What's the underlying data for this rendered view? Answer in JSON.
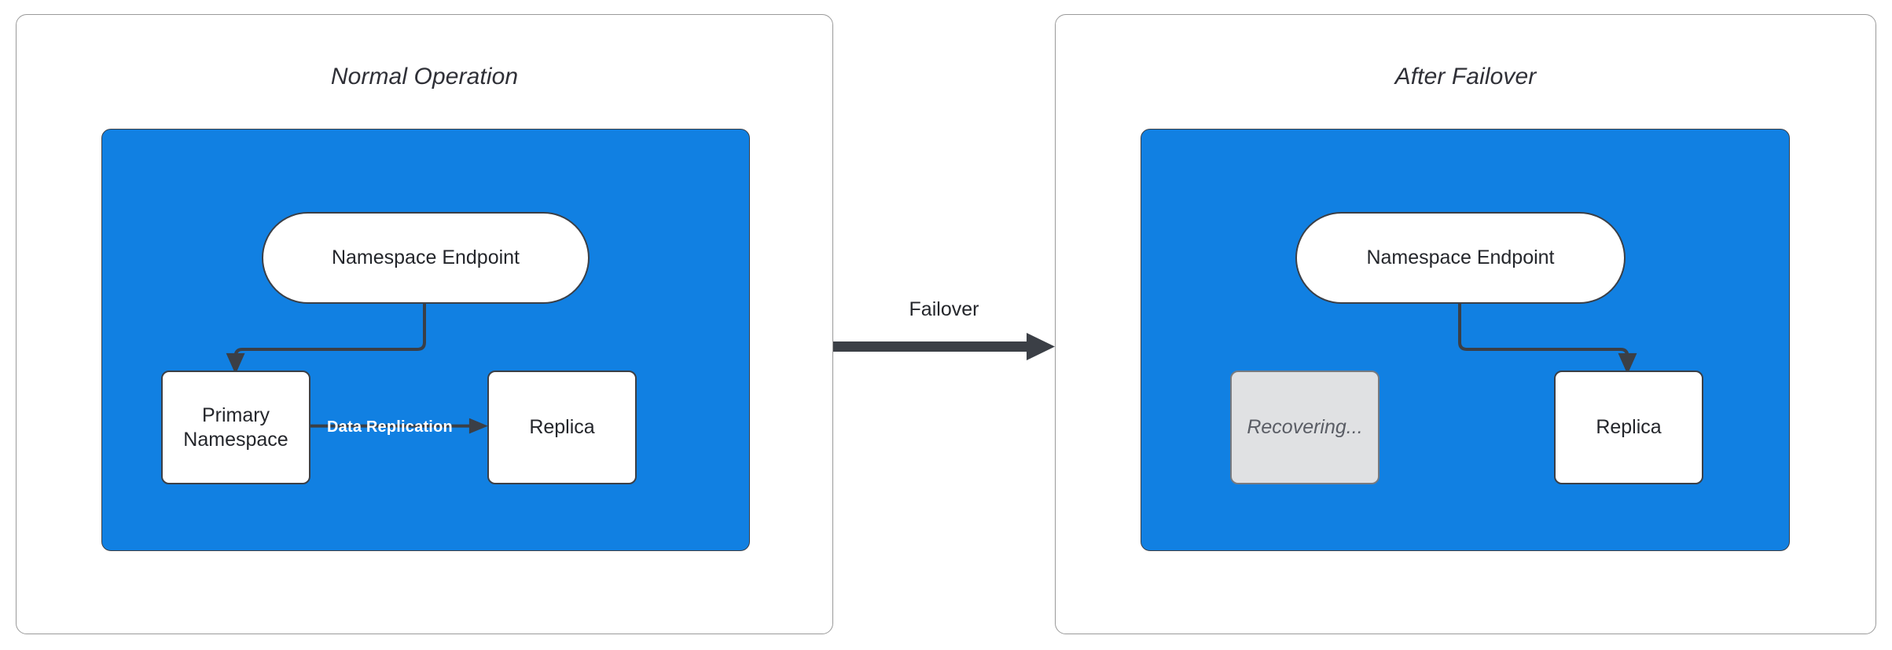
{
  "diagram": {
    "title_left": "Normal Operation",
    "title_right": "After Failover",
    "transition_label": "Failover",
    "accent_blue": "#1180E2",
    "stroke_dark": "#3b3f46",
    "panel_border": "#9a9a9a",
    "dim_fill": "#E0E1E3"
  },
  "left_panel": {
    "title": "Normal Operation",
    "nodes": {
      "endpoint": "Namespace Endpoint",
      "primary": "Primary\nNamespace",
      "primary_line1": "Primary",
      "primary_line2": "Namespace",
      "replica": "Replica"
    },
    "edges": {
      "endpoint_to_primary": "",
      "replication": "Data Replication"
    }
  },
  "right_panel": {
    "title": "After Failover",
    "nodes": {
      "endpoint": "Namespace Endpoint",
      "recovering": "Recovering...",
      "replica": "Replica"
    },
    "edges": {
      "endpoint_to_replica": ""
    }
  }
}
